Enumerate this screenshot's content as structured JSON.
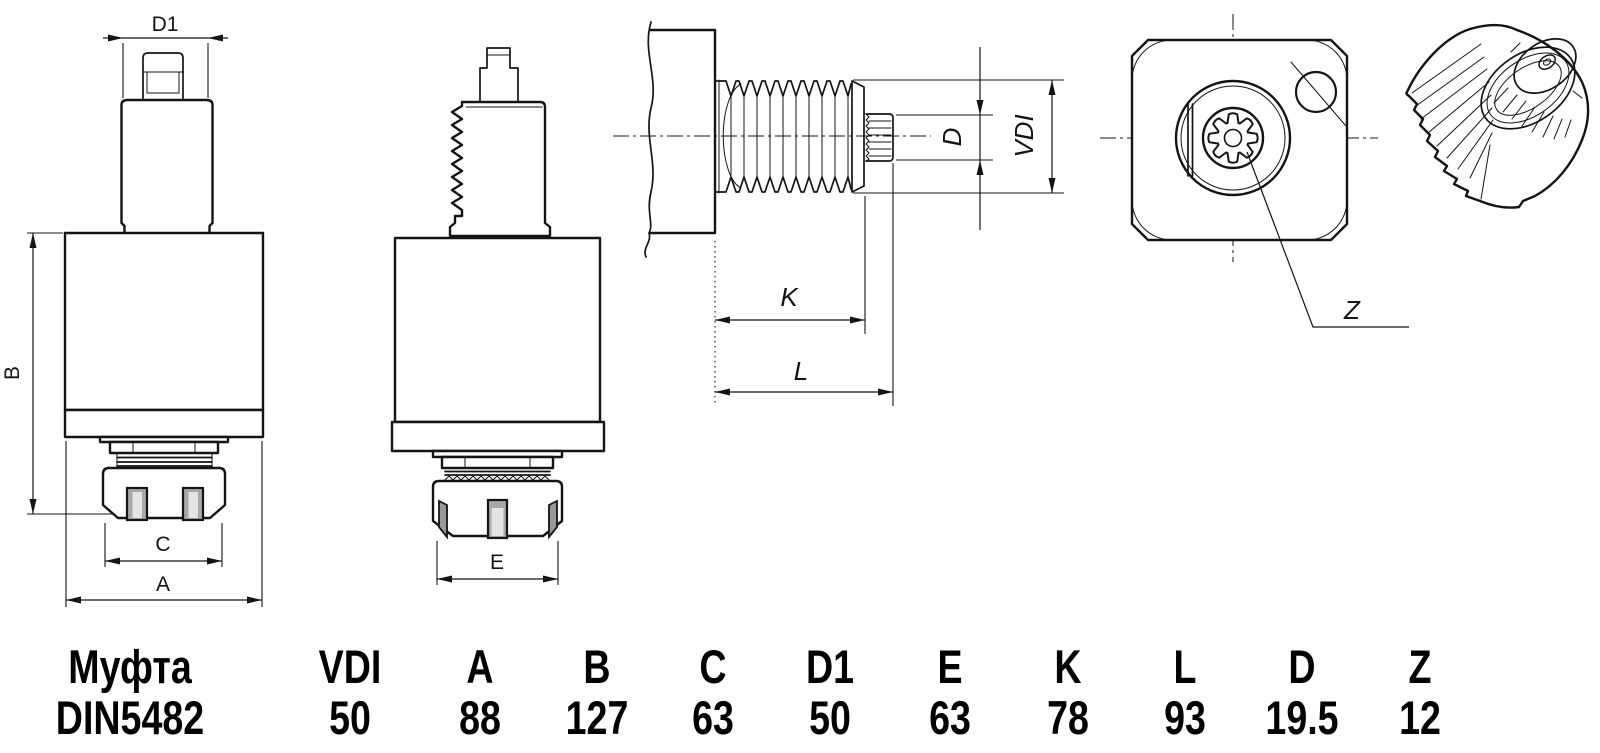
{
  "drawing": {
    "type": "technical-drawing",
    "part": "VDI 50 collet chuck with DIN5482 coupling",
    "colors": {
      "line": "#141414",
      "background": "#ffffff",
      "slot_fill": "#a8a8a8",
      "slot_inner": "#e4e4e4",
      "slot_edge": "#999999"
    }
  },
  "dims": {
    "d1": "D1",
    "b": "B",
    "c": "C",
    "a": "A",
    "e": "E",
    "k": "K",
    "l": "L",
    "d": "D",
    "vdi": "VDI",
    "z": "Z"
  },
  "table": {
    "columns": [
      {
        "label": "Муфта",
        "value": "DIN5482"
      },
      {
        "label": "VDI",
        "value": "50"
      },
      {
        "label": "A",
        "value": "88"
      },
      {
        "label": "B",
        "value": "127"
      },
      {
        "label": "C",
        "value": "63"
      },
      {
        "label": "D1",
        "value": "50"
      },
      {
        "label": "E",
        "value": "63"
      },
      {
        "label": "K",
        "value": "78"
      },
      {
        "label": "L",
        "value": "93"
      },
      {
        "label": "D",
        "value": "19.5"
      },
      {
        "label": "Z",
        "value": "12"
      }
    ]
  }
}
